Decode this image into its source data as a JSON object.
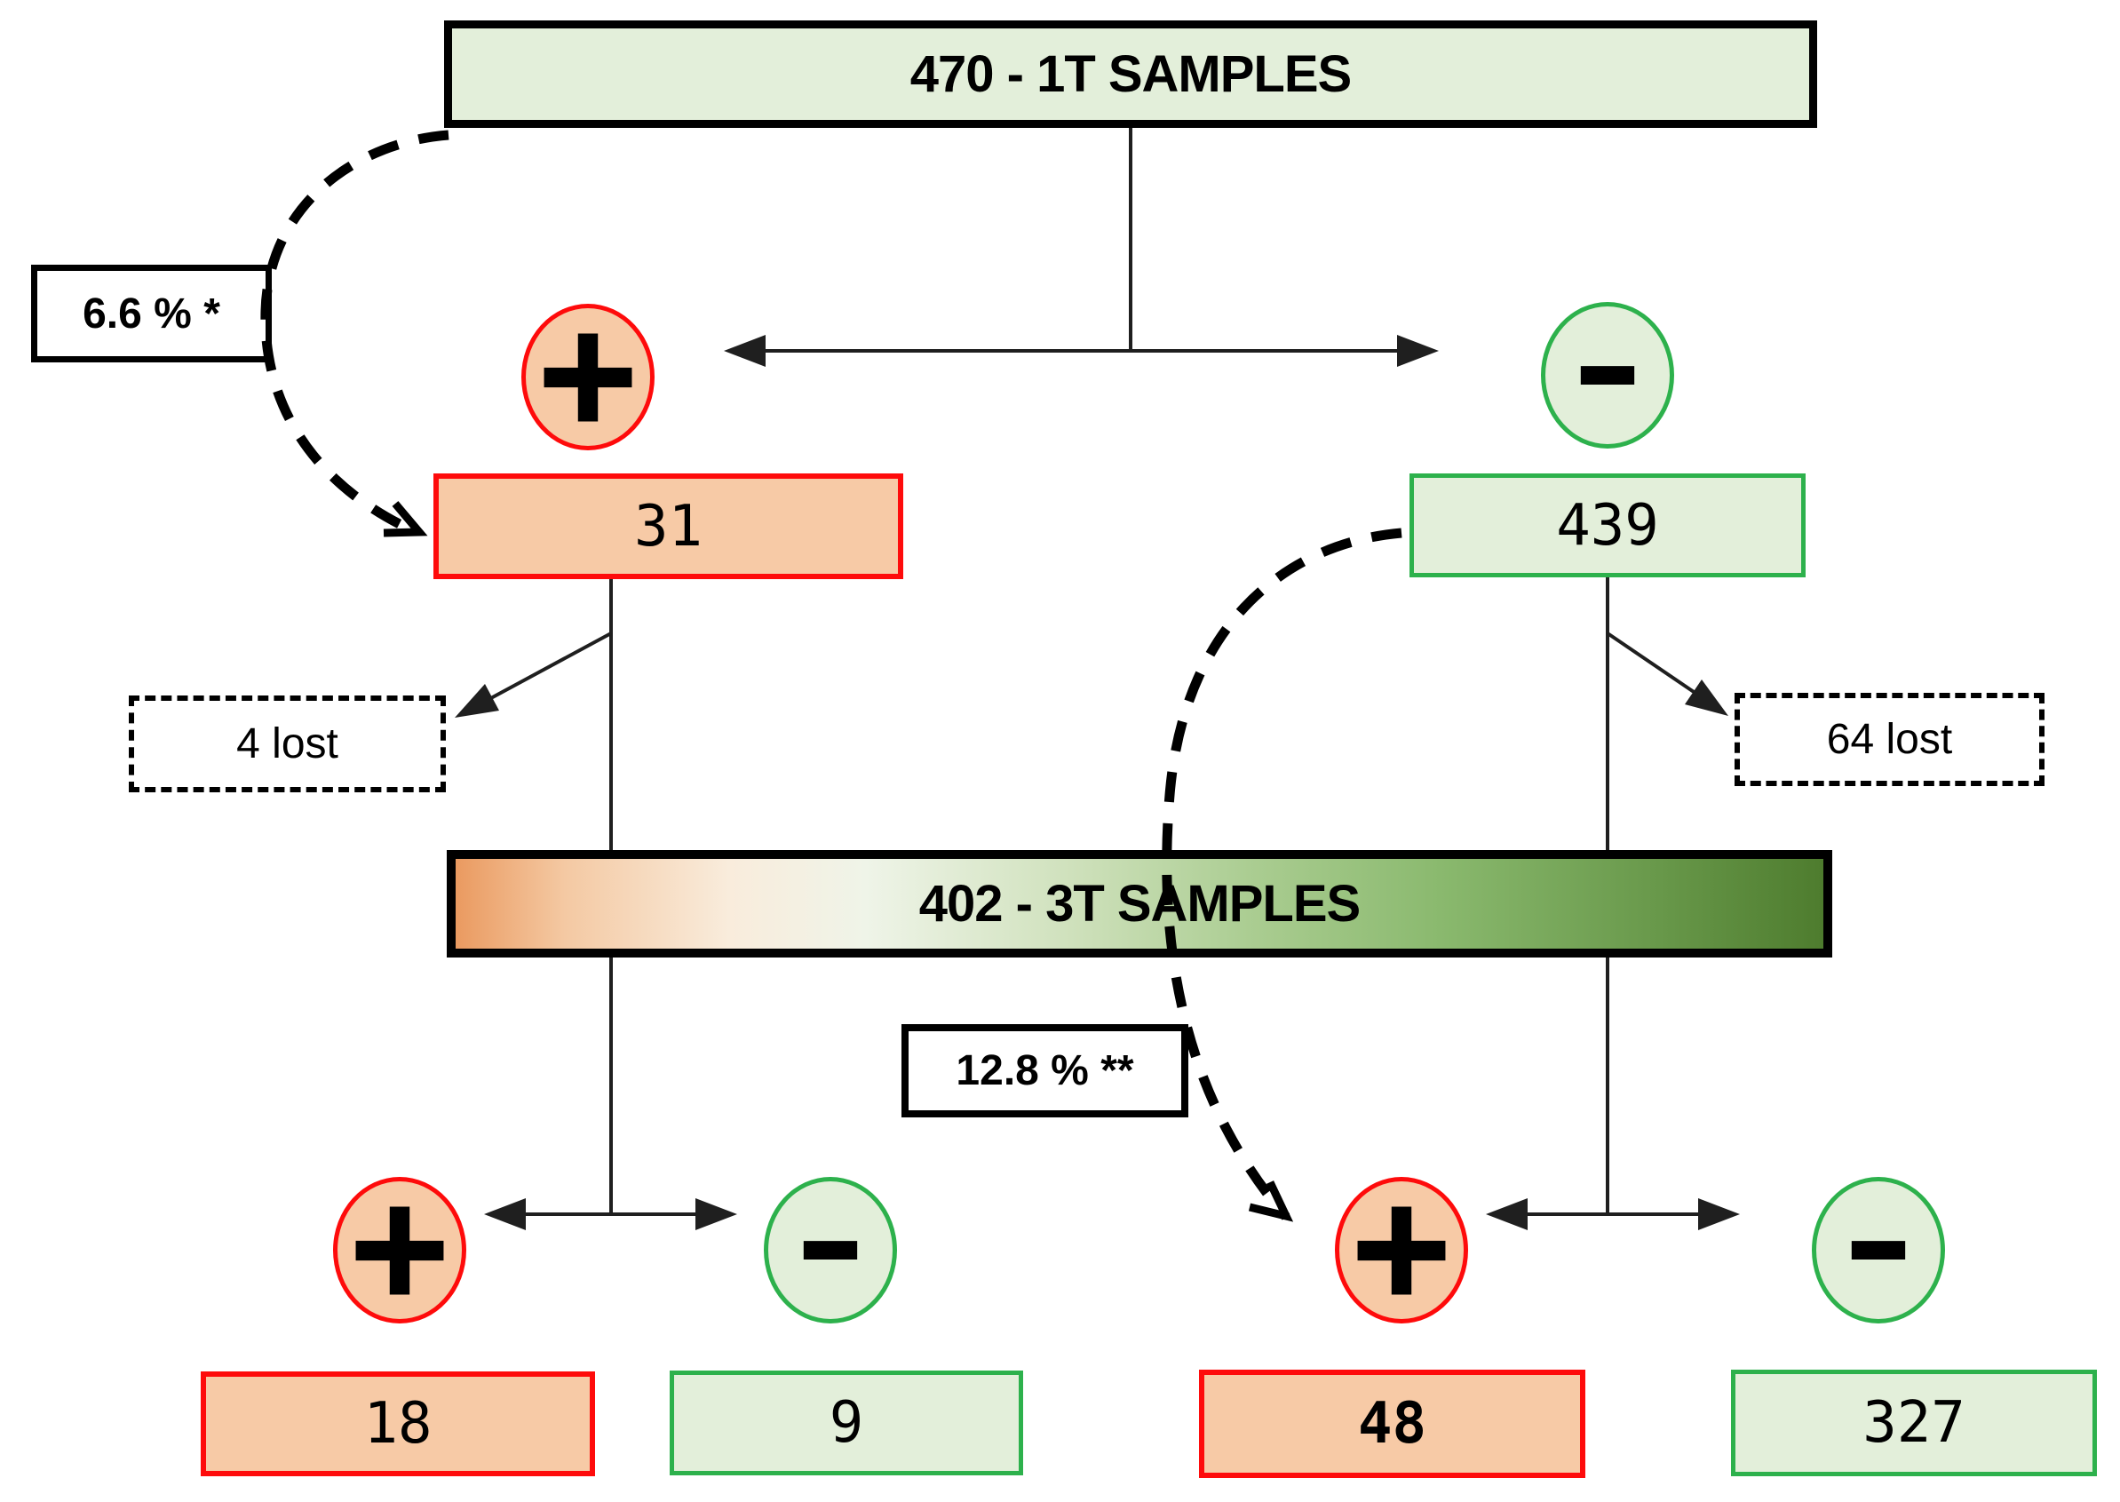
{
  "nodes": {
    "total_1t": "470 - 1T SAMPLES",
    "pos_1t": "31",
    "neg_1t": "439",
    "lost_pos": "4 lost",
    "lost_neg": "64 lost",
    "total_3t": "402 - 3T SAMPLES",
    "pos_pos_3t": "18",
    "neg_pos_3t": "9",
    "pos_neg_3t": "48",
    "neg_neg_3t": "327"
  },
  "labels": {
    "pct_left": "6.6 % *",
    "pct_right": "12.8 % **"
  },
  "icons": {
    "plus": "+",
    "minus": "−"
  },
  "colors": {
    "positive_fill": "#f7caa6",
    "positive_border": "#fe0b0b",
    "negative_fill": "#e3efda",
    "negative_border": "#2db14c",
    "box_border": "#000000",
    "line": "#1f1f1f",
    "gradient_left": "#ea9a60",
    "gradient_mid": "#eff4e8",
    "gradient_right": "#4e7c2e"
  }
}
